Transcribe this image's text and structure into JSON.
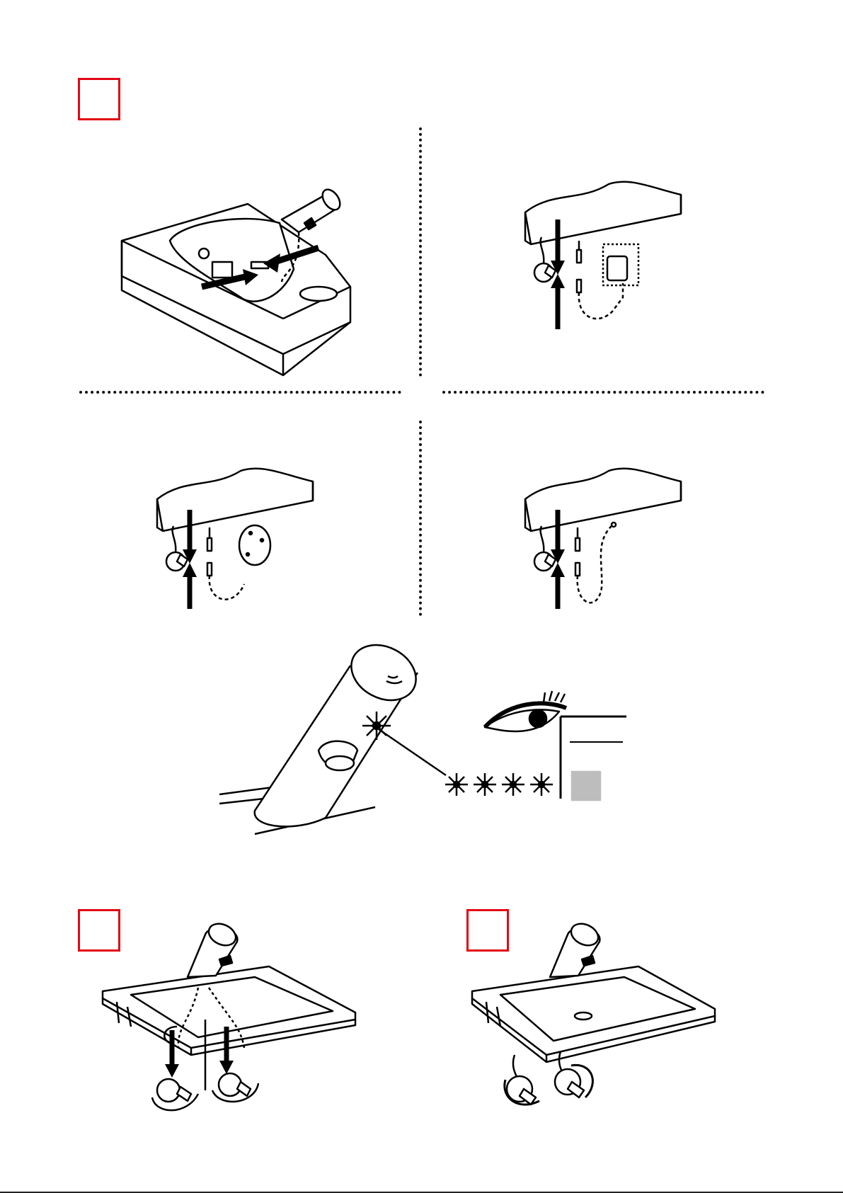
{
  "steps": [
    {
      "id": "step-1",
      "label": ""
    },
    {
      "id": "step-2",
      "label": ""
    },
    {
      "id": "step-3",
      "label": ""
    }
  ],
  "colors": {
    "step_frame": "#e30613",
    "line": "#000000",
    "indicator_fill": "#bdbdbd"
  },
  "panels": [
    {
      "name": "connect-battery-module",
      "icon": "battery-connector-icon"
    },
    {
      "name": "mains-power-supply",
      "icon": "plug-adapter-icon"
    },
    {
      "name": "battery-box-supply",
      "icon": "battery-box-icon"
    },
    {
      "name": "sensor-cable-supply",
      "icon": "cable-icon"
    },
    {
      "name": "led-check",
      "icon": "eye-icon"
    },
    {
      "name": "connect-hoses",
      "icon": "angle-valve-icon"
    },
    {
      "name": "open-valves",
      "icon": "rotate-arrow-icon"
    }
  ]
}
